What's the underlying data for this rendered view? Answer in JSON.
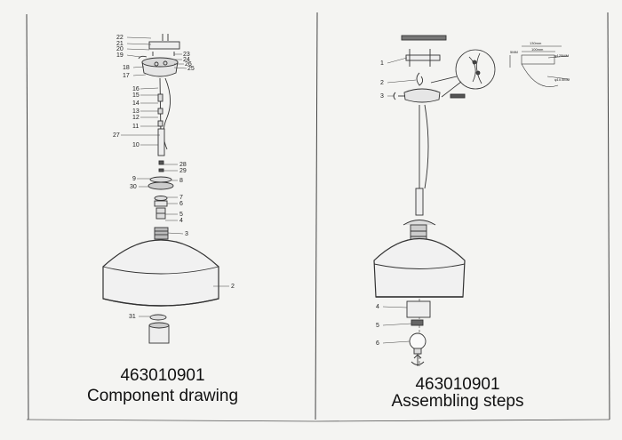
{
  "left_panel": {
    "code": "463010901",
    "title": "Component drawing",
    "labels": [
      "22",
      "21",
      "20",
      "19",
      "18",
      "17",
      "23",
      "24",
      "26",
      "25",
      "16",
      "15",
      "14",
      "13",
      "12",
      "11",
      "27",
      "10",
      "28",
      "29",
      "9",
      "8",
      "30",
      "7",
      "6",
      "5",
      "4",
      "3",
      "2",
      "31"
    ]
  },
  "right_panel": {
    "code": "463010901",
    "title": "Assembling steps",
    "labels": [
      "1",
      "2",
      "3",
      "4",
      "5",
      "6"
    ],
    "detail_labels": [
      "130mm",
      "100mm",
      "φ125MM",
      "φ10.5MM",
      "5MM"
    ]
  }
}
